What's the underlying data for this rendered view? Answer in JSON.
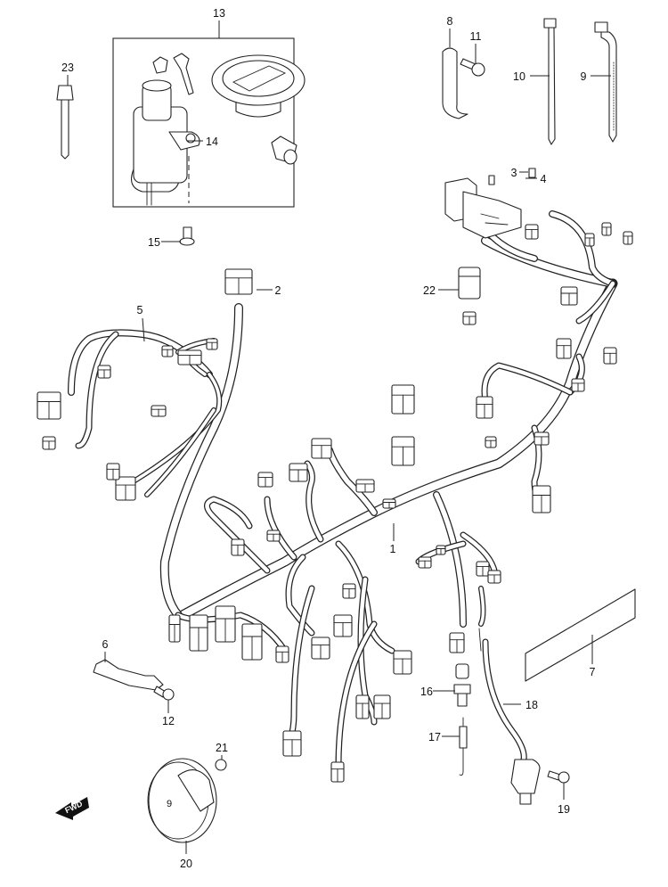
{
  "diagram": {
    "part_numbers": [
      "1",
      "2",
      "3",
      "4",
      "5",
      "6",
      "7",
      "8",
      "9",
      "10",
      "11",
      "12",
      "13",
      "14",
      "15",
      "16",
      "17",
      "18",
      "19",
      "20",
      "21",
      "22",
      "23"
    ],
    "fwd_label": "FWD",
    "horn_mark": "9"
  }
}
